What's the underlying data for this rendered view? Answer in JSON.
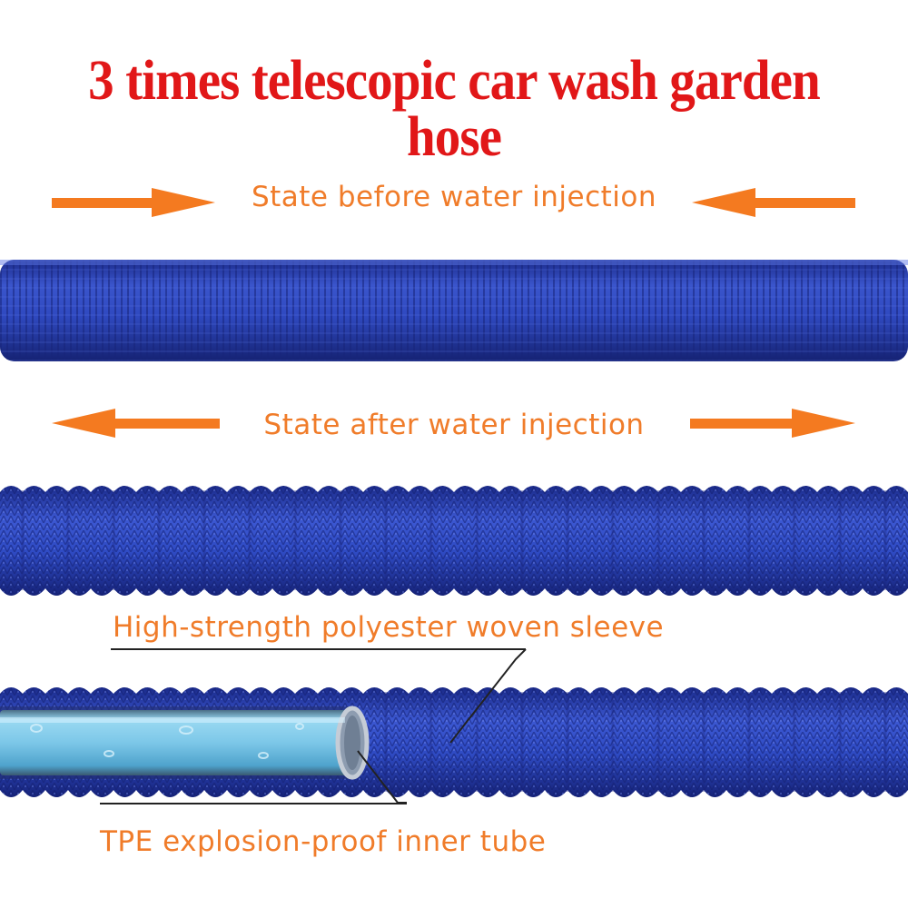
{
  "headline": "3 times telescopic car wash garden hose",
  "labels": {
    "before": "State before water injection",
    "after": "State after water injection",
    "sleeve": "High-strength polyester woven sleeve",
    "tube": "TPE explosion-proof inner tube"
  },
  "colors": {
    "headline": "#e11718",
    "label_text": "#f07c2a",
    "arrow": "#f47a20",
    "hose_blue": "#2f44b8",
    "hose_dark": "#1b2a8a",
    "inner_tube": "#8fd3ee"
  },
  "icons": {
    "arrows": [
      "arrow-right-icon",
      "arrow-left-icon"
    ]
  }
}
